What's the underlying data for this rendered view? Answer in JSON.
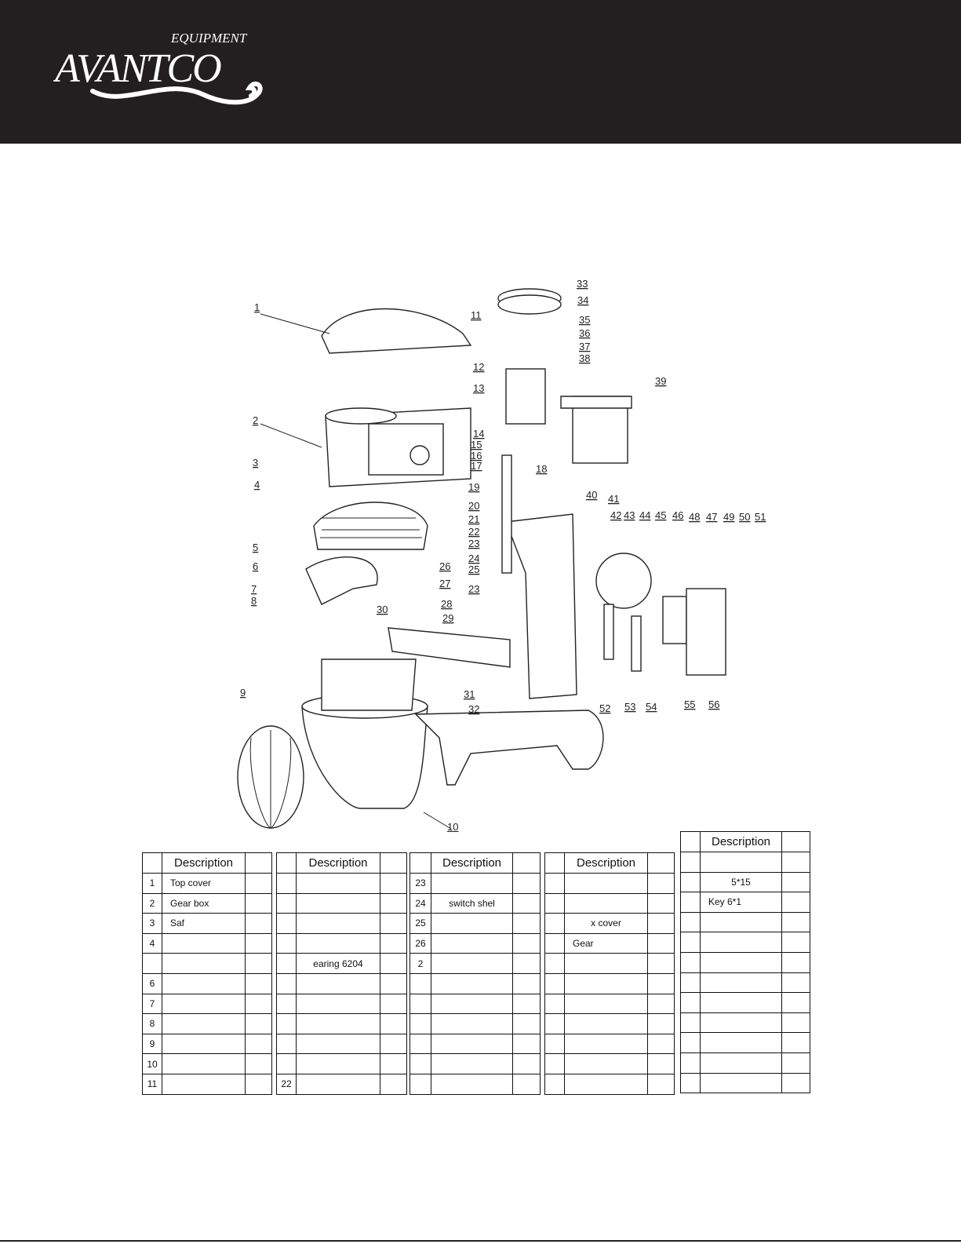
{
  "brand": {
    "top_word": "EQUIPMENT",
    "main_word": "AVANTCO"
  },
  "diagram": {
    "labels": [
      "1",
      "2",
      "3",
      "4",
      "5",
      "6",
      "7",
      "8",
      "9",
      "10",
      "11",
      "12",
      "13",
      "14",
      "15",
      "16",
      "17",
      "18",
      "19",
      "20",
      "21",
      "22",
      "23",
      "24",
      "25",
      "23",
      "26",
      "27",
      "28",
      "29",
      "30",
      "31",
      "32",
      "33",
      "34",
      "35",
      "36",
      "37",
      "38",
      "39",
      "40",
      "41",
      "42",
      "43",
      "44",
      "45",
      "46",
      "48",
      "47",
      "49",
      "50",
      "51",
      "52",
      "53",
      "54",
      "55",
      "56"
    ]
  },
  "tables": [
    {
      "header": "Description",
      "rows": [
        {
          "num": "1",
          "desc": "Top cover"
        },
        {
          "num": "2",
          "desc": "Gear box"
        },
        {
          "num": "3",
          "desc": "Saf"
        },
        {
          "num": "4",
          "desc": ""
        },
        {
          "num": "",
          "desc": ""
        },
        {
          "num": "6",
          "desc": ""
        },
        {
          "num": "7",
          "desc": ""
        },
        {
          "num": "8",
          "desc": ""
        },
        {
          "num": "9",
          "desc": ""
        },
        {
          "num": "10",
          "desc": ""
        },
        {
          "num": "11",
          "desc": ""
        }
      ]
    },
    {
      "header": "Description",
      "rows": [
        {
          "num": "",
          "desc": ""
        },
        {
          "num": "",
          "desc": ""
        },
        {
          "num": "",
          "desc": ""
        },
        {
          "num": "",
          "desc": ""
        },
        {
          "num": "",
          "desc": "earing 6204"
        },
        {
          "num": "",
          "desc": ""
        },
        {
          "num": "",
          "desc": ""
        },
        {
          "num": "",
          "desc": ""
        },
        {
          "num": "",
          "desc": ""
        },
        {
          "num": "",
          "desc": ""
        },
        {
          "num": "22",
          "desc": ""
        }
      ]
    },
    {
      "header": "Description",
      "rows": [
        {
          "num": "23",
          "desc": ""
        },
        {
          "num": "24",
          "desc": "switch shel"
        },
        {
          "num": "25",
          "desc": ""
        },
        {
          "num": "26",
          "desc": ""
        },
        {
          "num": "2",
          "desc": ""
        },
        {
          "num": "",
          "desc": ""
        },
        {
          "num": "",
          "desc": ""
        },
        {
          "num": "",
          "desc": ""
        },
        {
          "num": "",
          "desc": ""
        },
        {
          "num": "",
          "desc": ""
        },
        {
          "num": "",
          "desc": ""
        }
      ]
    },
    {
      "header": "Description",
      "rows": [
        {
          "num": "",
          "desc": ""
        },
        {
          "num": "",
          "desc": ""
        },
        {
          "num": "",
          "desc": "x cover"
        },
        {
          "num": "",
          "desc": "Gear"
        },
        {
          "num": "",
          "desc": ""
        },
        {
          "num": "",
          "desc": ""
        },
        {
          "num": "",
          "desc": ""
        },
        {
          "num": "",
          "desc": ""
        },
        {
          "num": "",
          "desc": ""
        },
        {
          "num": "",
          "desc": ""
        },
        {
          "num": "",
          "desc": ""
        }
      ]
    },
    {
      "header": "Description",
      "rows": [
        {
          "num": "",
          "desc": ""
        },
        {
          "num": "",
          "desc": "5*15"
        },
        {
          "num": "",
          "desc": "Key 6*1"
        },
        {
          "num": "",
          "desc": ""
        },
        {
          "num": "",
          "desc": ""
        },
        {
          "num": "",
          "desc": ""
        },
        {
          "num": "",
          "desc": ""
        },
        {
          "num": "",
          "desc": ""
        },
        {
          "num": "",
          "desc": ""
        },
        {
          "num": "",
          "desc": ""
        },
        {
          "num": "",
          "desc": ""
        },
        {
          "num": "",
          "desc": ""
        }
      ]
    }
  ]
}
